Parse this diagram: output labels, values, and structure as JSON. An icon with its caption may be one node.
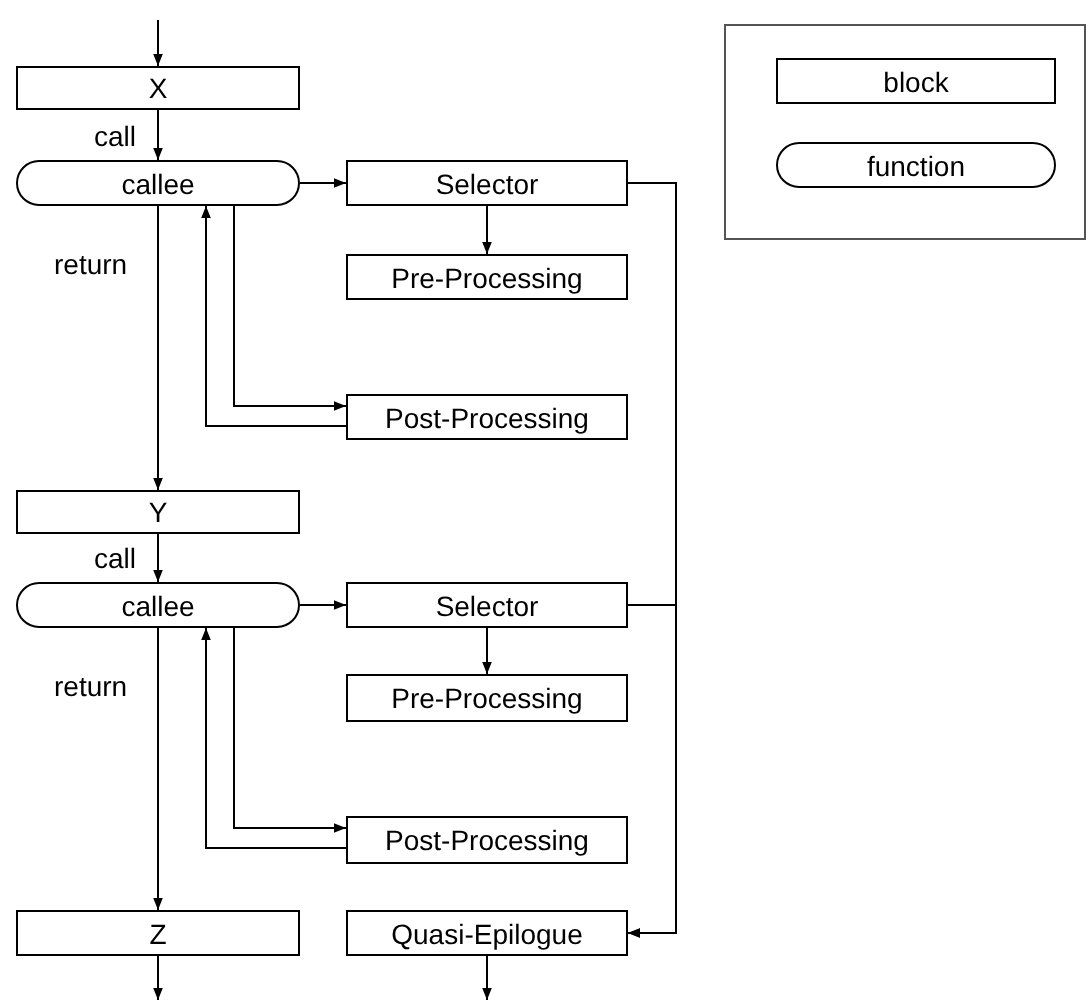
{
  "diagram": {
    "nodes": [
      {
        "text": [
          "X"
        ]
      },
      {
        "text": [
          "callee"
        ]
      },
      {
        "text": [
          "Selector"
        ]
      },
      {
        "text": [
          "Pre-Processing"
        ]
      },
      {
        "text": [
          "Post-Processing"
        ]
      },
      {
        "text": [
          "Y"
        ]
      },
      {
        "text": [
          "callee"
        ]
      },
      {
        "text": [
          "Selector"
        ]
      },
      {
        "text": [
          "Pre-Processing"
        ]
      },
      {
        "text": [
          "Post-Processing"
        ]
      },
      {
        "text": [
          "Z"
        ]
      },
      {
        "text": [
          "Quasi-Epilogue"
        ]
      }
    ],
    "edges": [
      {
        "from": null,
        "to": 0,
        "arrow": "to"
      },
      {
        "from": 0,
        "to": 1,
        "arrow": "to",
        "label": "call"
      },
      {
        "from": 1,
        "to": 2,
        "arrow": "to"
      },
      {
        "from": 2,
        "to": 3,
        "arrow": "to"
      },
      {
        "from": 1,
        "to": 4,
        "arrow": "to"
      },
      {
        "from": 4,
        "to": 1,
        "arrow": "to"
      },
      {
        "from": 1,
        "to": 5,
        "arrow": "to",
        "label": "return"
      },
      {
        "from": 5,
        "to": 6,
        "arrow": "to",
        "label": "call"
      },
      {
        "from": 6,
        "to": 7,
        "arrow": "to"
      },
      {
        "from": 7,
        "to": 8,
        "arrow": "to"
      },
      {
        "from": 6,
        "to": 9,
        "arrow": "to"
      },
      {
        "from": 9,
        "to": 6,
        "arrow": "to"
      },
      {
        "from": 6,
        "to": 10,
        "arrow": "to",
        "label": "return"
      },
      {
        "from": 2,
        "to": 11,
        "arrow": "to"
      },
      {
        "from": 7,
        "to": 11,
        "arrow": "to"
      },
      {
        "from": 10,
        "to": null,
        "arrow": "to"
      },
      {
        "from": 11,
        "to": null,
        "arrow": "to"
      }
    ],
    "legend": [
      {
        "text": "block"
      },
      {
        "text": "function"
      }
    ]
  }
}
